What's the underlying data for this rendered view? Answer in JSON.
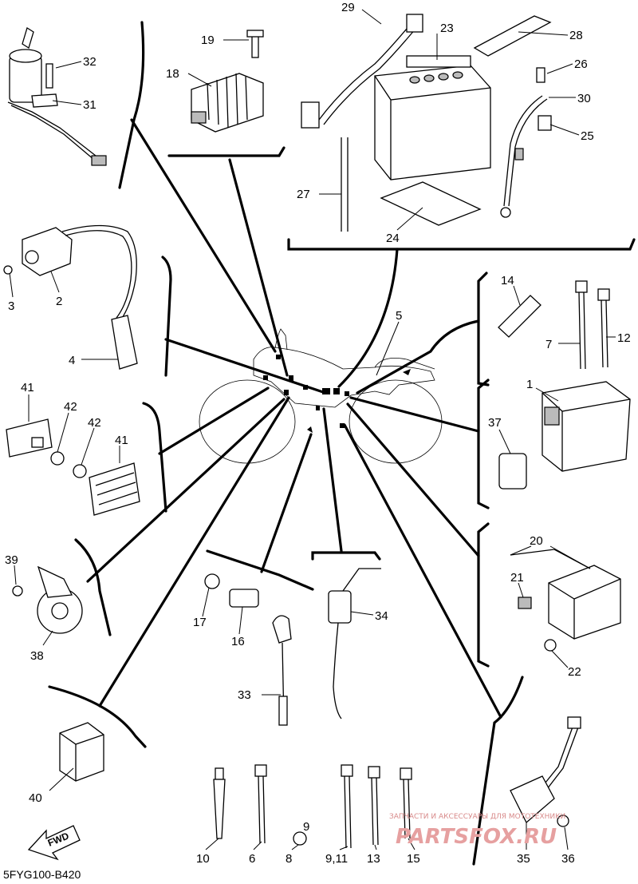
{
  "diagram": {
    "code": "5FYG100-B420",
    "fwd_label": "FWD",
    "watermark_small": "ЗАПЧАСТИ И АКСЕССУАРЫ ДЛЯ МОТОТЕХНИКИ",
    "watermark_brand": "PARTSFOX.RU",
    "labels": {
      "l1": "1",
      "l2": "2",
      "l3": "3",
      "l4": "4",
      "l5": "5",
      "l6": "6",
      "l7": "7",
      "l8": "8",
      "l9_11": "9,11",
      "l10": "10",
      "l12": "12",
      "l13": "13",
      "l14": "14",
      "l15": "15",
      "l16": "16",
      "l17": "17",
      "l18": "18",
      "l19": "19",
      "l20": "20",
      "l21": "21",
      "l22": "22",
      "l23": "23",
      "l24": "24",
      "l25": "25",
      "l26": "26",
      "l27": "27",
      "l28": "28",
      "l29": "29",
      "l30": "30",
      "l31": "31",
      "l32": "32",
      "l33": "33",
      "l34": "34",
      "l35": "35",
      "l36": "36",
      "l37": "37",
      "l38": "38",
      "l39": "39",
      "l40": "40",
      "l41a": "41",
      "l41b": "41",
      "l42a": "42",
      "l42b": "42",
      "l9_small": "9"
    }
  }
}
